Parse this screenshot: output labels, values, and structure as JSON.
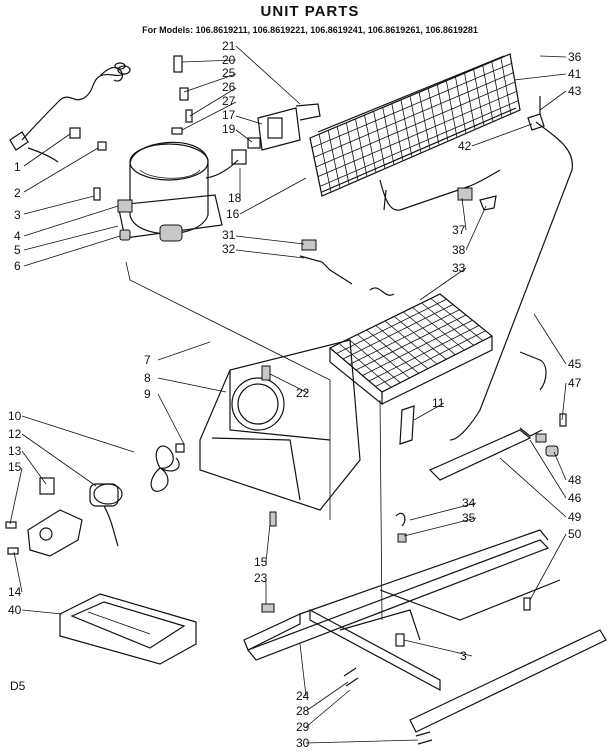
{
  "title": "UNIT PARTS",
  "subtitle": "For Models: 106.8619211, 106.8619221, 106.8619241, 106.8619261, 106.8619281",
  "corner_code": "D5",
  "labels": {
    "l1": "1",
    "l2": "2",
    "l3": "3",
    "l3b": "3",
    "l4": "4",
    "l5": "5",
    "l6": "6",
    "l7": "7",
    "l8": "8",
    "l9": "9",
    "l10": "10",
    "l11": "11",
    "l12": "12",
    "l13": "13",
    "l14": "14",
    "l15": "15",
    "l15b": "15",
    "l16": "16",
    "l17": "17",
    "l18": "18",
    "l19": "19",
    "l20": "20",
    "l21": "21",
    "l22": "22",
    "l23": "23",
    "l24": "24",
    "l25": "25",
    "l26": "26",
    "l27": "27",
    "l28": "28",
    "l29": "29",
    "l30": "30",
    "l31": "31",
    "l32": "32",
    "l33": "33",
    "l34": "34",
    "l35": "35",
    "l36": "36",
    "l37": "37",
    "l38": "38",
    "l40": "40",
    "l41": "41",
    "l42": "42",
    "l43": "43",
    "l45": "45",
    "l46": "46",
    "l47": "47",
    "l48": "48",
    "l49": "49",
    "l50": "50"
  }
}
